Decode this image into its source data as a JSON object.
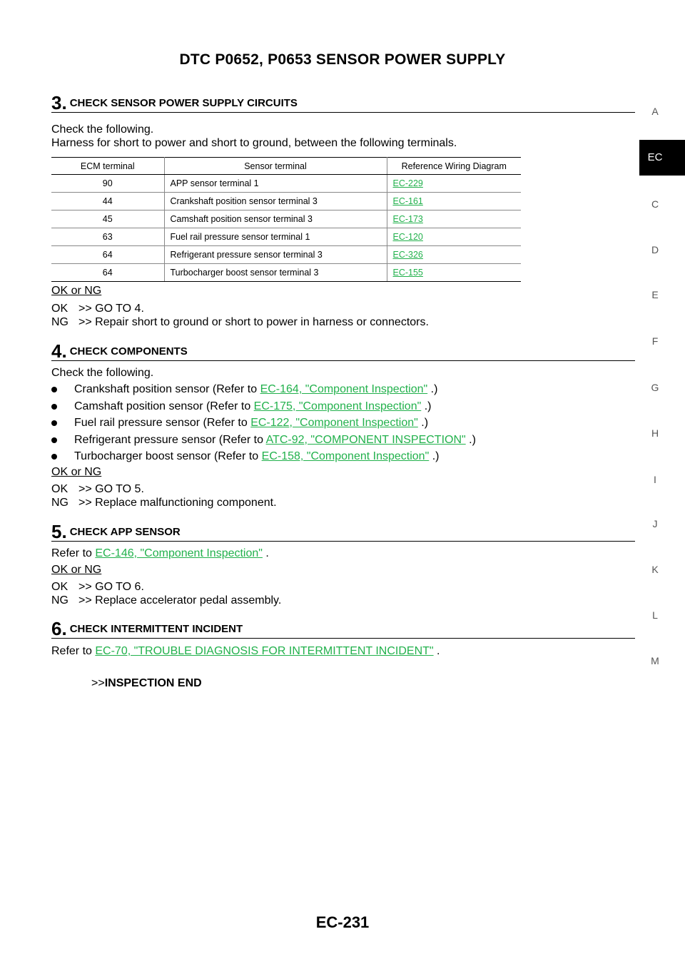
{
  "header": {
    "title": "DTC P0652, P0653 SENSOR POWER SUPPLY"
  },
  "side_index": {
    "letters": [
      "A",
      "EC",
      "C",
      "D",
      "E",
      "F",
      "G",
      "H",
      "I",
      "J",
      "K",
      "L",
      "M"
    ],
    "active": "EC"
  },
  "step3": {
    "num": "3.",
    "title": "CHECK SENSOR POWER SUPPLY CIRCUITS",
    "line1": "Check the following.",
    "line2": "Harness for short to power and short to ground, between the following terminals.",
    "table": {
      "headers": [
        "ECM terminal",
        "Sensor terminal",
        "Reference Wiring Diagram"
      ],
      "rows": [
        {
          "ecm": "90",
          "sensor": "APP sensor terminal 1",
          "ref": "EC-229"
        },
        {
          "ecm": "44",
          "sensor": "Crankshaft position sensor terminal 3",
          "ref": "EC-161"
        },
        {
          "ecm": "45",
          "sensor": "Camshaft position sensor terminal 3",
          "ref": "EC-173"
        },
        {
          "ecm": "63",
          "sensor": "Fuel rail pressure sensor terminal 1",
          "ref": "EC-120"
        },
        {
          "ecm": "64",
          "sensor": "Refrigerant pressure sensor terminal 3",
          "ref": "EC-326"
        },
        {
          "ecm": "64",
          "sensor": "Turbocharger boost sensor terminal 3",
          "ref": "EC-155"
        }
      ]
    },
    "okng": "OK or NG",
    "ok_key": "OK",
    "ok_text": ">> GO TO 4.",
    "ng_key": "NG",
    "ng_text": ">> Repair short to ground or short to power in harness or connectors."
  },
  "step4": {
    "num": "4.",
    "title": "CHECK COMPONENTS",
    "line1": "Check the following.",
    "bullets": [
      {
        "pre": "Crankshaft position sensor (Refer to ",
        "link": "EC-164, \"Component Inspection\"",
        "post": " .)"
      },
      {
        "pre": "Camshaft position sensor (Refer to ",
        "link": "EC-175, \"Component Inspection\"",
        "post": " .)"
      },
      {
        "pre": "Fuel rail pressure sensor (Refer to ",
        "link": "EC-122, \"Component Inspection\"",
        "post": " .)"
      },
      {
        "pre": "Refrigerant pressure sensor (Refer to ",
        "link": "ATC-92, \"COMPONENT INSPECTION\"",
        "post": " .)"
      },
      {
        "pre": "Turbocharger boost sensor (Refer to ",
        "link": "EC-158, \"Component Inspection\"",
        "post": " .)"
      }
    ],
    "okng": "OK or NG",
    "ok_key": "OK",
    "ok_text": ">> GO TO 5.",
    "ng_key": "NG",
    "ng_text": ">> Replace malfunctioning component."
  },
  "step5": {
    "num": "5.",
    "title": "CHECK APP SENSOR",
    "pre": "Refer to ",
    "link": "EC-146, \"Component Inspection\"",
    "post": " .",
    "okng": "OK or NG",
    "ok_key": "OK",
    "ok_text": ">> GO TO 6.",
    "ng_key": "NG",
    "ng_text": ">> Replace accelerator pedal assembly."
  },
  "step6": {
    "num": "6.",
    "title": "CHECK INTERMITTENT INCIDENT",
    "pre": "Refer to ",
    "link": "EC-70, \"TROUBLE DIAGNOSIS FOR INTERMITTENT INCIDENT\"",
    "post": " .",
    "end_prefix": ">>",
    "end_text": "INSPECTION END"
  },
  "footer": {
    "page": "EC-231"
  }
}
